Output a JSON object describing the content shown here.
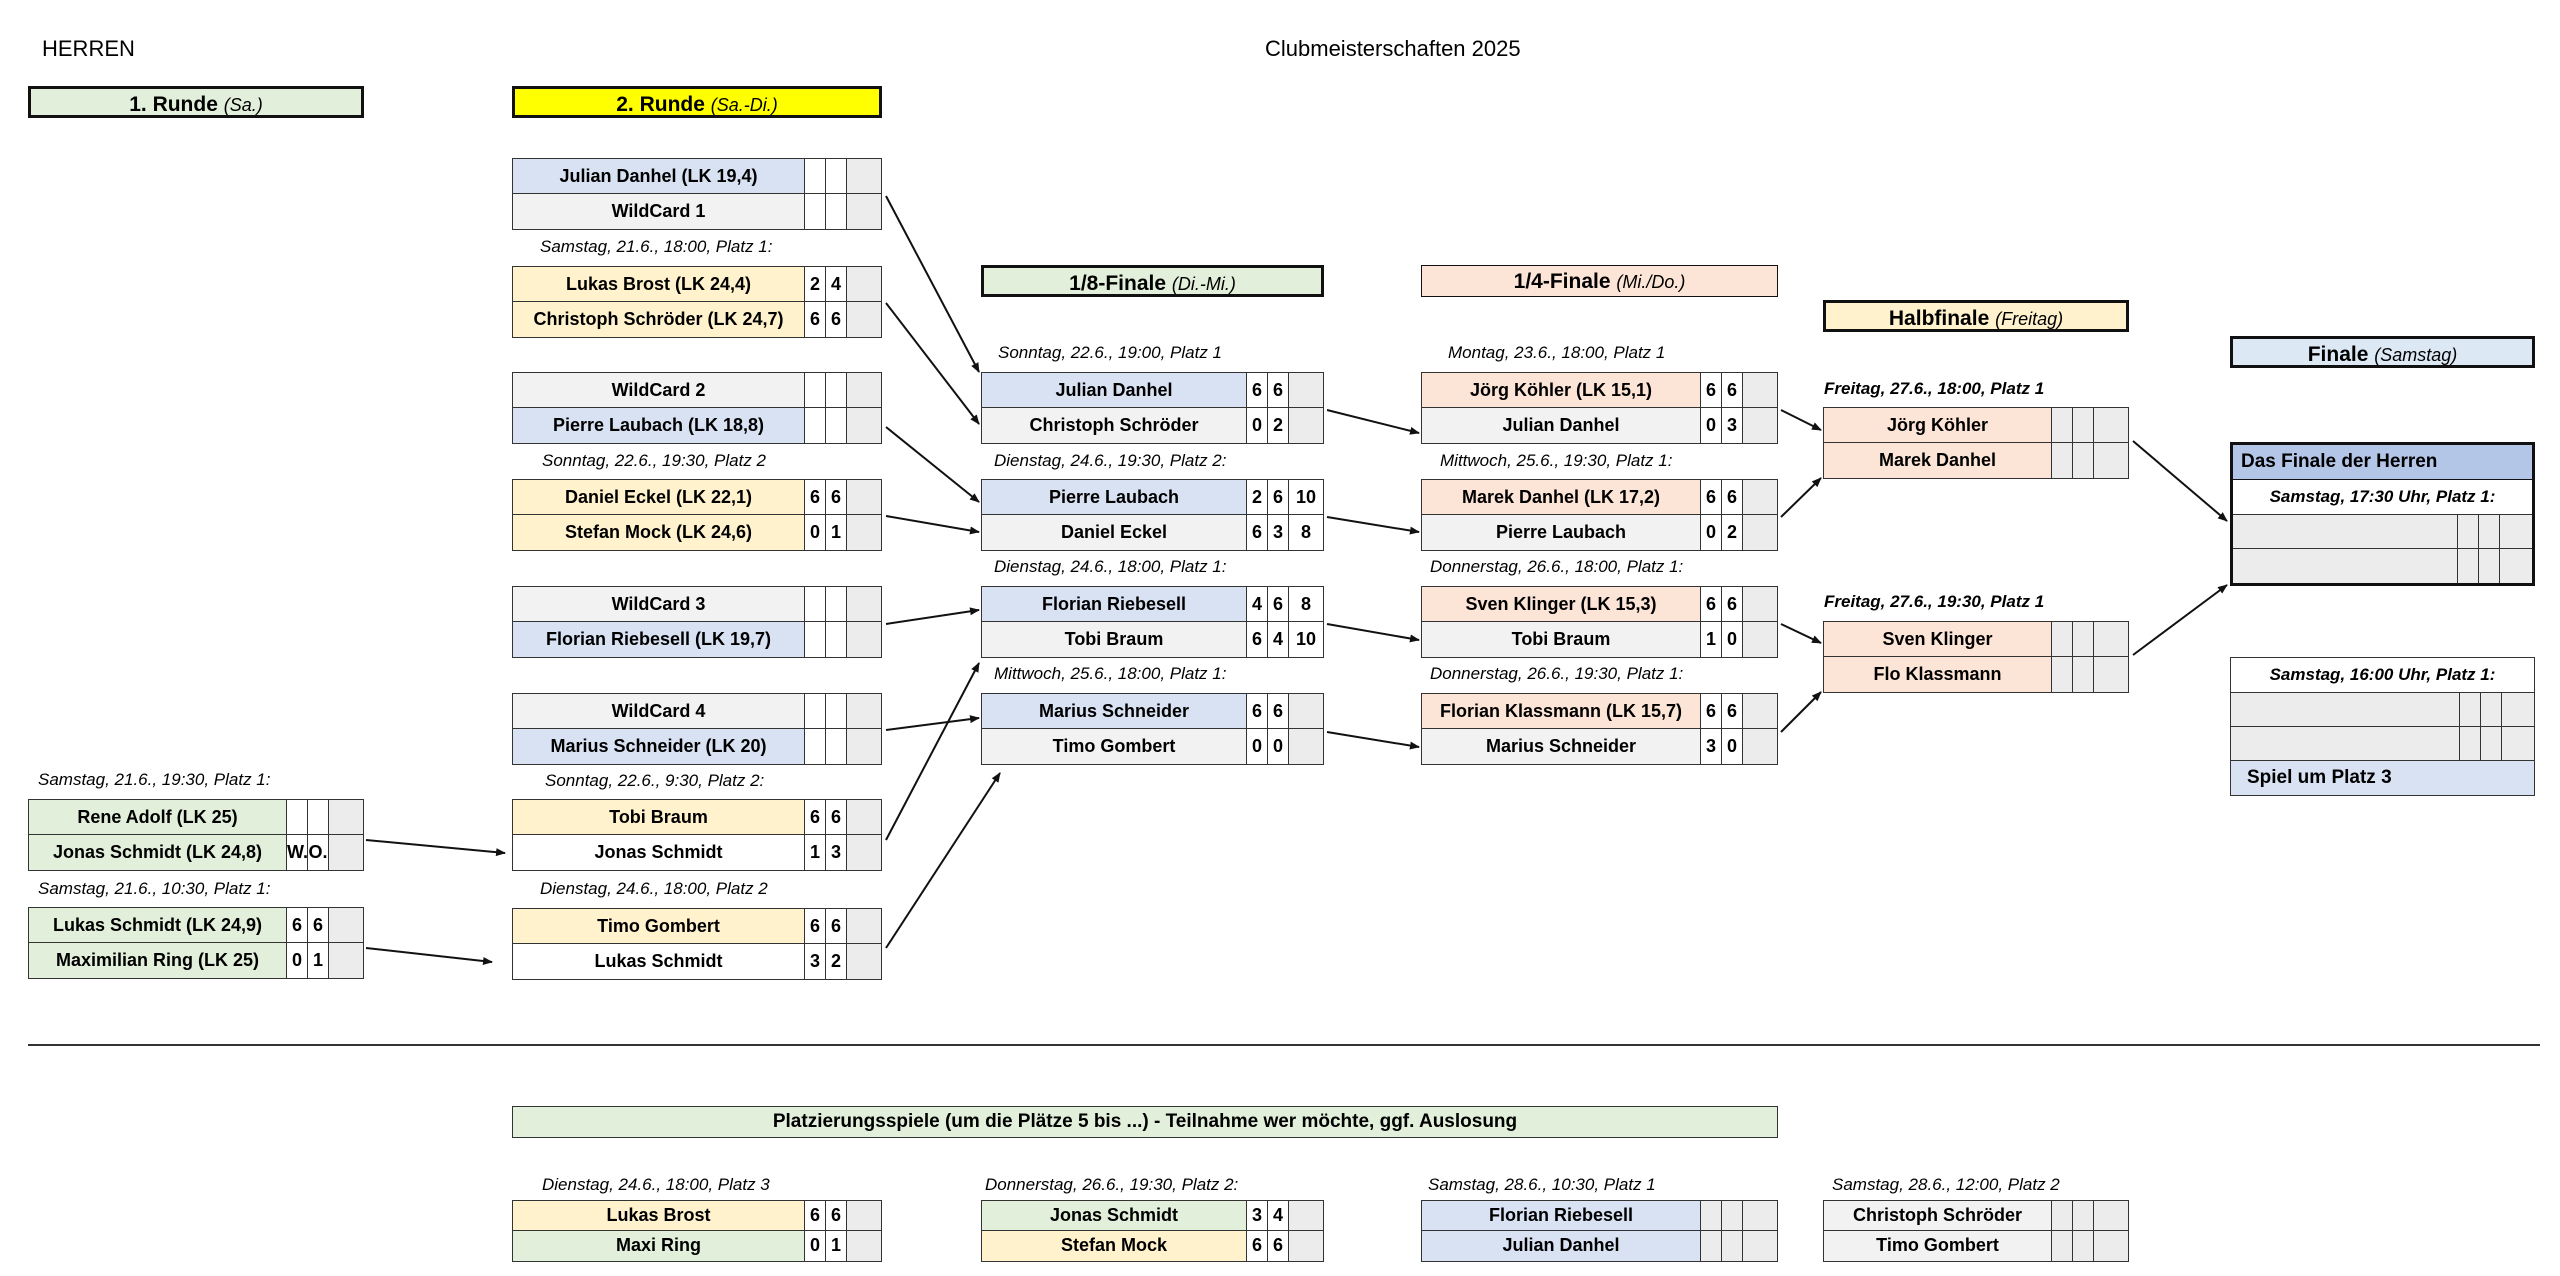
{
  "page": {
    "category": "HERREN",
    "title": "Clubmeisterschaften 2025"
  },
  "rounds": [
    {
      "name": "1. Runde",
      "days": "(Sa.)"
    },
    {
      "name": "2. Runde",
      "days": "(Sa.-Di.)"
    },
    {
      "name": "1/8-Finale",
      "days": "(Di.-Mi.)"
    },
    {
      "name": "1/4-Finale",
      "days": "(Mi./Do.)"
    },
    {
      "name": "Halbfinale",
      "days": "(Freitag)"
    },
    {
      "name": "Finale",
      "days": "(Samstag)"
    }
  ],
  "round1": [
    {
      "caption": "Samstag, 21.6., 19:30, Platz 1:",
      "p1": "Rene Adolf (LK 25)",
      "p2": "Jonas Schmidt (LK 24,8)",
      "s1": [
        "",
        "",
        ""
      ],
      "s2": [
        "W.",
        "O.",
        ""
      ]
    },
    {
      "caption": "Samstag, 21.6., 10:30, Platz 1:",
      "p1": "Lukas Schmidt (LK 24,9)",
      "p2": "Maximilian Ring (LK 25)",
      "s1": [
        "6",
        "6",
        ""
      ],
      "s2": [
        "0",
        "1",
        ""
      ]
    }
  ],
  "round2": [
    {
      "caption": "",
      "p1": "Julian Danhel (LK 19,4)",
      "p2": "WildCard 1",
      "s1": [
        "",
        "",
        ""
      ],
      "s2": [
        "",
        "",
        ""
      ]
    },
    {
      "caption": "Samstag, 21.6., 18:00, Platz 1:",
      "p1": "Lukas Brost (LK 24,4)",
      "p2": "Christoph Schröder (LK 24,7)",
      "s1": [
        "2",
        "4",
        ""
      ],
      "s2": [
        "6",
        "6",
        ""
      ]
    },
    {
      "caption": "",
      "p1": "WildCard 2",
      "p2": "Pierre  Laubach (LK 18,8)",
      "s1": [
        "",
        "",
        ""
      ],
      "s2": [
        "",
        "",
        ""
      ]
    },
    {
      "caption": "Sonntag, 22.6., 19:30, Platz 2",
      "p1": "Daniel Eckel (LK 22,1)",
      "p2": "Stefan Mock (LK 24,6)",
      "s1": [
        "6",
        "6",
        ""
      ],
      "s2": [
        "0",
        "1",
        ""
      ]
    },
    {
      "caption": "",
      "p1": "WildCard 3",
      "p2": "Florian Riebesell (LK 19,7)",
      "s1": [
        "",
        "",
        ""
      ],
      "s2": [
        "",
        "",
        ""
      ]
    },
    {
      "caption": "",
      "p1": "WildCard 4",
      "p2": "Marius Schneider (LK 20)",
      "s1": [
        "",
        "",
        ""
      ],
      "s2": [
        "",
        "",
        ""
      ]
    },
    {
      "caption": "Sonntag, 22.6., 9:30, Platz 2:",
      "p1": "Tobi Braum",
      "p2": "Jonas Schmidt",
      "s1": [
        "6",
        "6",
        ""
      ],
      "s2": [
        "1",
        "3",
        ""
      ]
    },
    {
      "caption": "Dienstag, 24.6., 18:00, Platz 2",
      "p1": "Timo Gombert",
      "p2": "Lukas Schmidt",
      "s1": [
        "6",
        "6",
        ""
      ],
      "s2": [
        "3",
        "2",
        ""
      ]
    }
  ],
  "round16": [
    {
      "caption": "Sonntag, 22.6., 19:00, Platz 1",
      "p1": "Julian Danhel",
      "p2": "Christoph Schröder",
      "s1": [
        "6",
        "6",
        ""
      ],
      "s2": [
        "0",
        "2",
        ""
      ]
    },
    {
      "caption": "Dienstag, 24.6., 19:30, Platz 2:",
      "p1": "Pierre Laubach",
      "p2": "Daniel Eckel",
      "s1": [
        "2",
        "6",
        "10"
      ],
      "s2": [
        "6",
        "3",
        "8"
      ]
    },
    {
      "caption": "Dienstag, 24.6., 18:00, Platz 1:",
      "p1": "Florian Riebesell",
      "p2": "Tobi Braum",
      "s1": [
        "4",
        "6",
        "8"
      ],
      "s2": [
        "6",
        "4",
        "10"
      ]
    },
    {
      "caption": "Mittwoch, 25.6., 18:00, Platz 1:",
      "p1": "Marius Schneider",
      "p2": "Timo Gombert",
      "s1": [
        "6",
        "6",
        ""
      ],
      "s2": [
        "0",
        "0",
        ""
      ]
    }
  ],
  "quarter": [
    {
      "caption": "Montag, 23.6., 18:00, Platz 1",
      "p1": "Jörg Köhler (LK 15,1)",
      "p2": "Julian Danhel",
      "s1": [
        "6",
        "6",
        ""
      ],
      "s2": [
        "0",
        "3",
        ""
      ]
    },
    {
      "caption": "Mittwoch, 25.6., 19:30, Platz 1:",
      "p1": "Marek Danhel (LK 17,2)",
      "p2": "Pierre Laubach",
      "s1": [
        "6",
        "6",
        ""
      ],
      "s2": [
        "0",
        "2",
        ""
      ]
    },
    {
      "caption": "Donnerstag, 26.6., 18:00, Platz 1:",
      "p1": "Sven Klinger (LK 15,3)",
      "p2": "Tobi Braum",
      "s1": [
        "6",
        "6",
        ""
      ],
      "s2": [
        "1",
        "0",
        ""
      ]
    },
    {
      "caption": "Donnerstag, 26.6., 19:30, Platz 1:",
      "p1": "Florian Klassmann (LK 15,7)",
      "p2": "Marius Schneider",
      "s1": [
        "6",
        "6",
        ""
      ],
      "s2": [
        "3",
        "0",
        ""
      ]
    }
  ],
  "semi": [
    {
      "caption": "Freitag, 27.6., 18:00, Platz 1",
      "p1": "Jörg Köhler",
      "p2": "Marek Danhel",
      "s1": [
        "",
        "",
        ""
      ],
      "s2": [
        "",
        "",
        ""
      ]
    },
    {
      "caption": "Freitag, 27.6., 19:30, Platz 1",
      "p1": "Sven Klinger",
      "p2": "Flo Klassmann",
      "s1": [
        "",
        "",
        ""
      ],
      "s2": [
        "",
        "",
        ""
      ]
    }
  ],
  "final": {
    "title": "Das Finale der Herren",
    "caption": "Samstag, 17:30 Uhr, Platz 1:"
  },
  "third": {
    "caption": "Samstag, 16:00 Uhr, Platz 1:",
    "label": "Spiel um Platz 3"
  },
  "placement": {
    "banner": "Platzierungsspiele (um die Plätze 5 bis ...) - Teilnahme wer möchte, ggf. Auslosung",
    "matches": [
      {
        "caption": "Dienstag, 24.6., 18:00, Platz 3",
        "p1": "Lukas Brost",
        "p2": "Maxi Ring",
        "s1": [
          "6",
          "6",
          ""
        ],
        "s2": [
          "0",
          "1",
          ""
        ]
      },
      {
        "caption": "Donnerstag, 26.6., 19:30, Platz 2:",
        "p1": "Jonas Schmidt",
        "p2": "Stefan Mock",
        "s1": [
          "3",
          "4",
          ""
        ],
        "s2": [
          "6",
          "6",
          ""
        ]
      },
      {
        "caption": "Samstag, 28.6., 10:30, Platz 1",
        "p1": "Florian Riebesell",
        "p2": "Julian Danhel",
        "s1": [
          "",
          "",
          ""
        ],
        "s2": [
          "",
          "",
          ""
        ]
      },
      {
        "caption": "Samstag, 28.6., 12:00, Platz 2",
        "p1": "Christoph Schröder",
        "p2": "Timo Gombert",
        "s1": [
          "",
          "",
          ""
        ],
        "s2": [
          "",
          "",
          ""
        ]
      }
    ]
  },
  "colors": {
    "green": "#e2efda",
    "blue": "#d9e2f3",
    "yellow": "#fff2cc",
    "orange": "#fce4d6",
    "grey": "#f2f2f2",
    "highlight": "#ffff00",
    "finalHeader": "#b4c6e7"
  }
}
